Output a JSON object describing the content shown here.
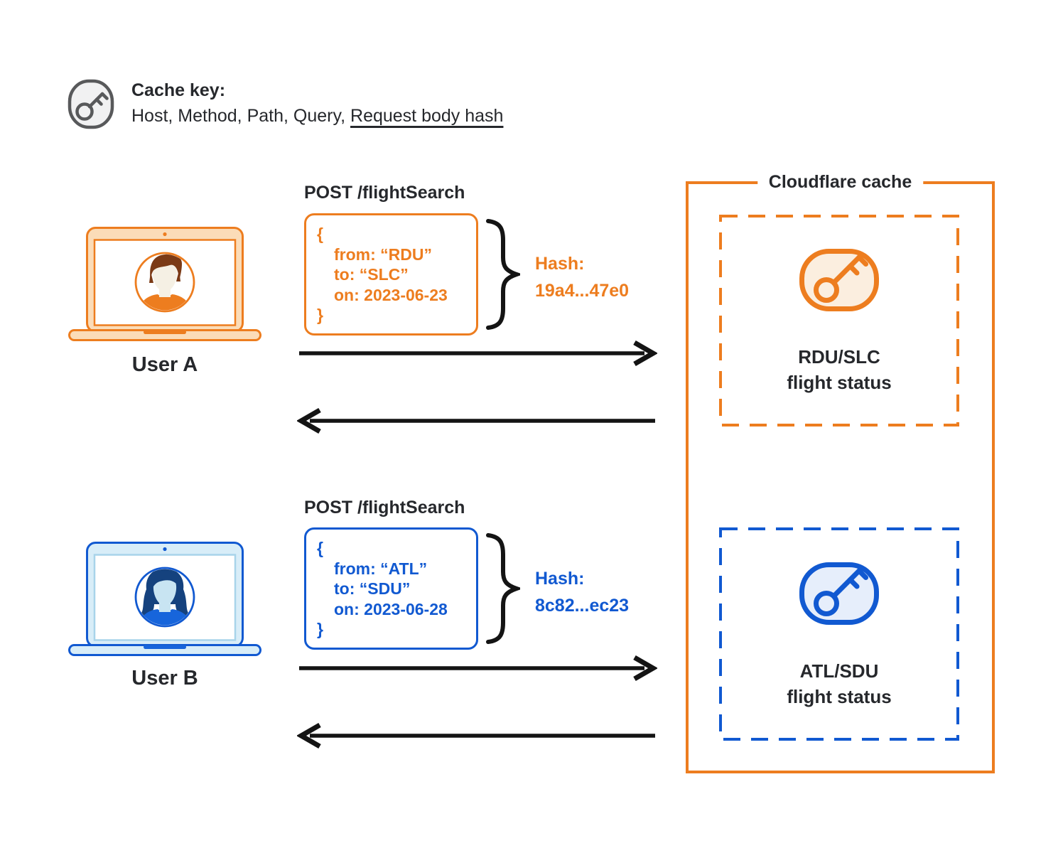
{
  "palette": {
    "orange": "#ED7D1F",
    "blue": "#1159D1",
    "ink": "#1d1f24",
    "peach_fill": "#FBDCB8",
    "cream_fill": "#FBEEDF",
    "light_blue_fill": "#D8EDF8",
    "pale_blue_fill": "#E6EEFB",
    "gray_icon": "#58595B"
  },
  "header": {
    "icon": "key-icon",
    "title": "Cache key:",
    "fields_prefix": "Host, Method, Path, Query, ",
    "fields_underlined": "Request body hash"
  },
  "cache": {
    "title": "Cloudflare cache"
  },
  "users": [
    {
      "label": "User A",
      "request_title": "POST /flightSearch",
      "body": [
        "{",
        "from: “RDU”",
        "to: “SLC”",
        "on: 2023-06-23",
        "}"
      ],
      "hash_label": "Hash:",
      "hash_value": "19a4...47e0",
      "cache_line1": "RDU/SLC",
      "cache_line2": "flight status"
    },
    {
      "label": "User B",
      "request_title": "POST /flightSearch",
      "body": [
        "{",
        "from: “ATL”",
        "to: “SDU”",
        "on: 2023-06-28",
        "}"
      ],
      "hash_label": "Hash:",
      "hash_value": "8c82...ec23",
      "cache_line1": "ATL/SDU",
      "cache_line2": "flight status"
    }
  ]
}
